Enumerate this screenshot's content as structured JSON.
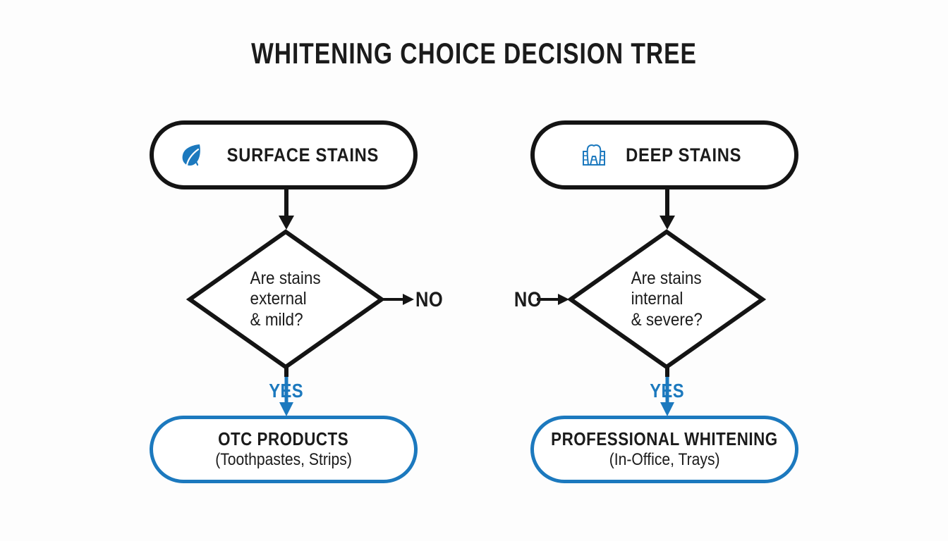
{
  "diagram": {
    "title": "WHITENING CHOICE DECISION TREE",
    "type": "decision-tree",
    "background_color": "#FDFDFD",
    "accent_color": "#1C79BE",
    "line_color": "#141414"
  },
  "branches": [
    {
      "id": "surface",
      "start": {
        "label": "SURFACE STAINS",
        "icon": "leaf-icon",
        "icon_color": "#1C79BE",
        "border_color": "#141414"
      },
      "decision": {
        "line1": "Are stains",
        "line2": "external",
        "line3": "& mild?"
      },
      "no_label": "NO",
      "no_side": "right",
      "yes_label": "YES",
      "result": {
        "title": "OTC PRODUCTS",
        "subtitle": "(Toothpastes, Strips)",
        "border_color": "#1C79BE"
      }
    },
    {
      "id": "deep",
      "start": {
        "label": "DEEP STAINS",
        "icon": "tooth-icon",
        "icon_color": "#1C79BE",
        "border_color": "#141414"
      },
      "decision": {
        "line1": "Are stains",
        "line2": "internal",
        "line3": "& severe?"
      },
      "no_label": "NO",
      "no_side": "left",
      "yes_label": "YES",
      "result": {
        "title": "PROFESSIONAL WHITENING",
        "subtitle": "(In-Office, Trays)",
        "border_color": "#1C79BE"
      }
    }
  ]
}
